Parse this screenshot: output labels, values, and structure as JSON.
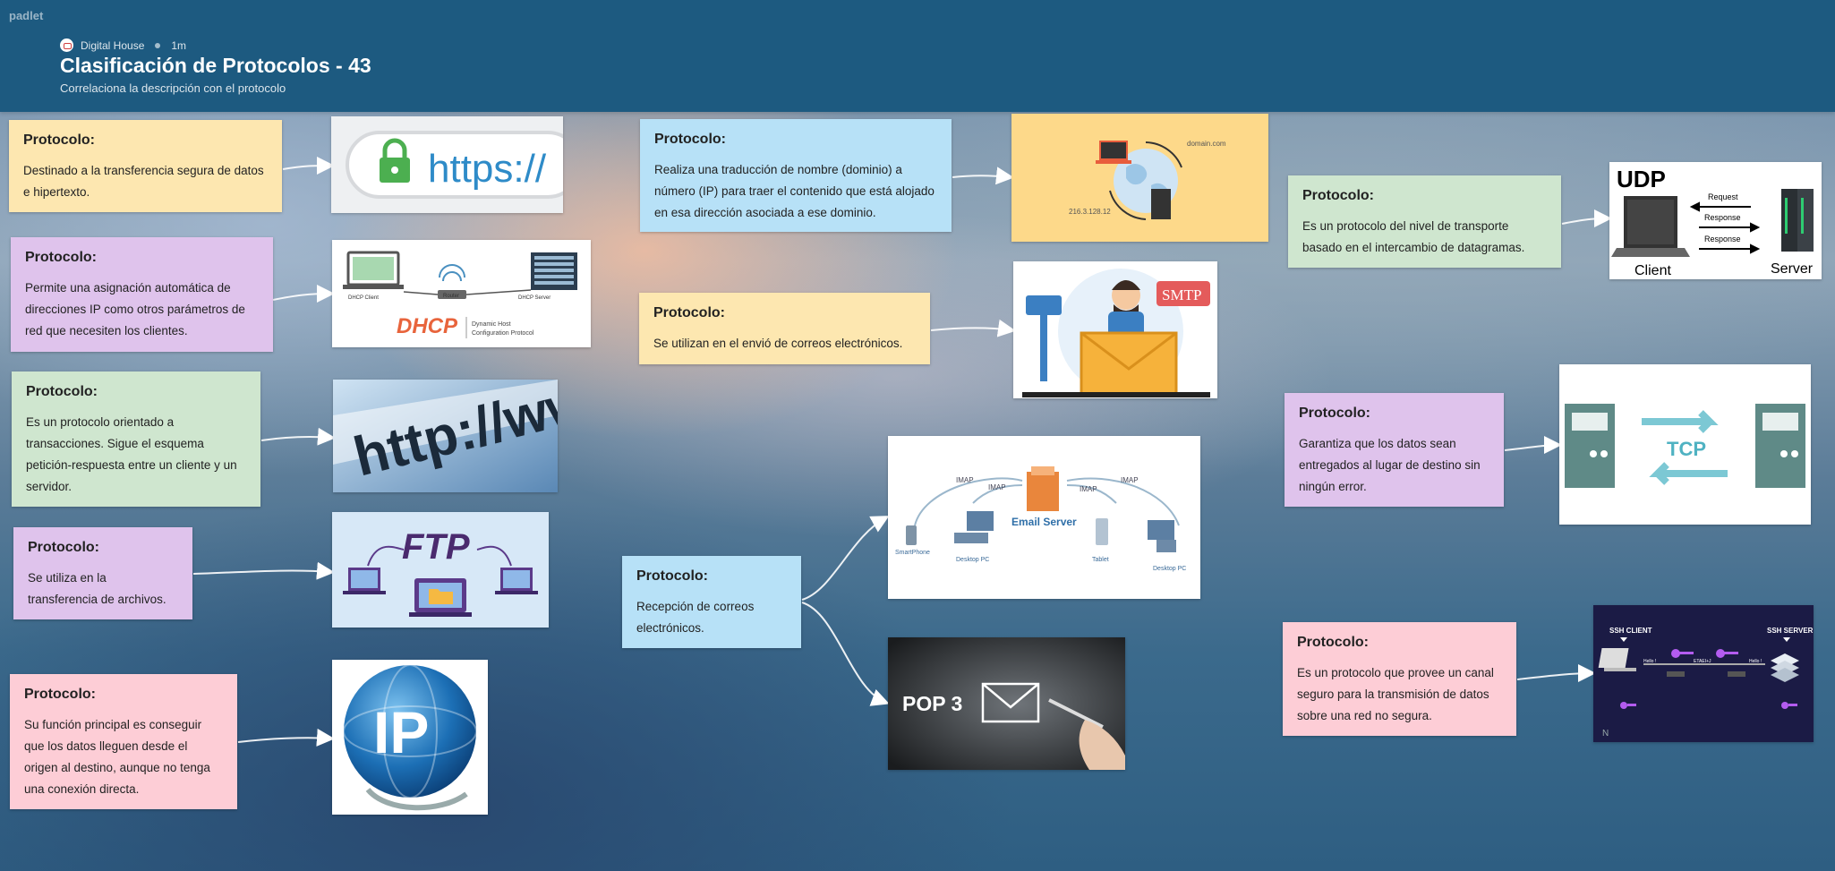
{
  "app": {
    "logo": "padlet"
  },
  "header": {
    "org": "Digital House",
    "time": "1m",
    "title": "Clasificación de Protocolos - 43",
    "subtitle": "Correlaciona la descripción con el protocolo"
  },
  "cards": [
    {
      "title": "Protocolo:",
      "body": "Destinado a la transferencia segura de datos e hipertexto."
    },
    {
      "title": "Protocolo:",
      "body": "Permite una asignación automática de direcciones IP como otros parámetros de red que necesiten los clientes."
    },
    {
      "title": "Protocolo:",
      "body": "Es un protocolo orientado a transacciones. Sigue el esquema petición-respuesta entre un cliente y un servidor."
    },
    {
      "title": "Protocolo:",
      "body": "Se utiliza en la transferencia de archivos."
    },
    {
      "title": "Protocolo:",
      "body": "Su función principal es conseguir que los datos lleguen desde el origen al destino, aunque no tenga una conexión directa."
    },
    {
      "title": "Protocolo:",
      "body": "Realiza una traducción de nombre (dominio) a número (IP) para traer el contenido que está alojado en esa dirección asociada a ese dominio."
    },
    {
      "title": "Protocolo:",
      "body": "Se utilizan en el envió de correos electrónicos."
    },
    {
      "title": "Protocolo:",
      "body": "Recepción de correos electrónicos."
    },
    {
      "title": "Protocolo:",
      "body": "Es un protocolo del nivel de transporte basado en el intercambio de datagramas."
    },
    {
      "title": "Protocolo:",
      "body": "Garantiza que los datos sean entregados al lugar de destino sin ningún error."
    },
    {
      "title": "Protocolo:",
      "body": "Es un protocolo que provee un canal seguro para la transmisión de datos sobre una red no segura."
    }
  ],
  "images": {
    "https": {
      "text": "https://"
    },
    "dhcp": {
      "client": "DHCP Client",
      "router": "Router",
      "server": "DHCP Server",
      "logo": "DHCP",
      "caption1": "Dynamic Host",
      "caption2": "Configuration Protocol"
    },
    "http": {
      "text": "http://www"
    },
    "ftp": {
      "text": "FTP"
    },
    "ip": {
      "text": "IP"
    },
    "dns": {
      "domain": "domain.com",
      "ip": "216.3.128.12"
    },
    "smtp": {
      "text": "SMTP"
    },
    "imap": {
      "label": "IMAP",
      "server": "Email Server",
      "smartphone": "SmartPhone",
      "desktop": "Desktop PC",
      "tablet": "Tablet"
    },
    "pop3": {
      "text": "POP 3"
    },
    "udp": {
      "title": "UDP",
      "request": "Request",
      "response": "Response",
      "client": "Client",
      "server": "Server"
    },
    "tcp": {
      "text": "TCP"
    },
    "ssh": {
      "client": "SSH CLIENT",
      "server": "SSH SERVER",
      "hello": "Hello !",
      "etaei": "ETAEI+J"
    }
  },
  "colors": {
    "header": "#1d5a80",
    "yellow": "#fde7b0",
    "purple": "#dfc3ec",
    "green": "#cfe6cf",
    "pink": "#fdcdd6",
    "blue": "#b7e1f7"
  }
}
